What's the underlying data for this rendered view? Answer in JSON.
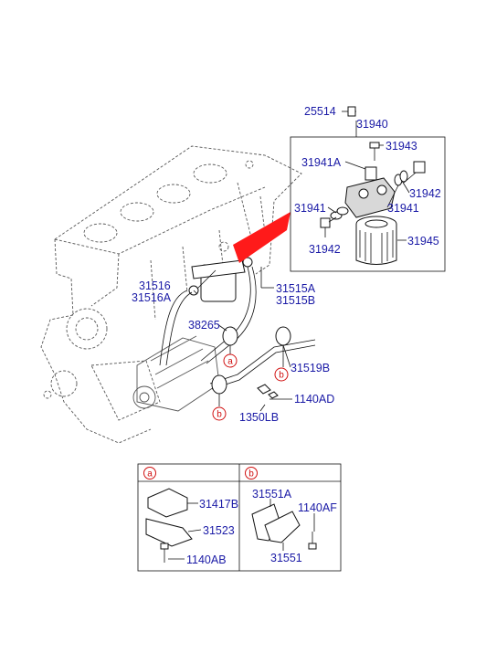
{
  "callouts": {
    "p25514": "25514",
    "p31940": "31940",
    "p31943": "31943",
    "p31941A": "31941A",
    "p31942_right": "31942",
    "p31941_left": "31941",
    "p31941_right": "31941",
    "p31942_left": "31942",
    "p31945": "31945",
    "p31516": "31516",
    "p31516A": "31516A",
    "p31515A": "31515A",
    "p31515B": "31515B",
    "p38265": "38265",
    "p31519B": "31519B",
    "p1140AD": "1140AD",
    "p1350LB": "1350LB"
  },
  "refs": {
    "a": "a",
    "b": "b"
  },
  "detail_a": {
    "header": "a",
    "p31417B": "31417B",
    "p31523": "31523",
    "p1140AB": "1140AB"
  },
  "detail_b": {
    "header": "b",
    "p31551A": "31551A",
    "p1140AF": "1140AF",
    "p31551": "31551"
  },
  "colors": {
    "label_blue": "#1a1aa6",
    "ref_red": "#d01010",
    "highlight_arrow": "#ff1a1a"
  }
}
